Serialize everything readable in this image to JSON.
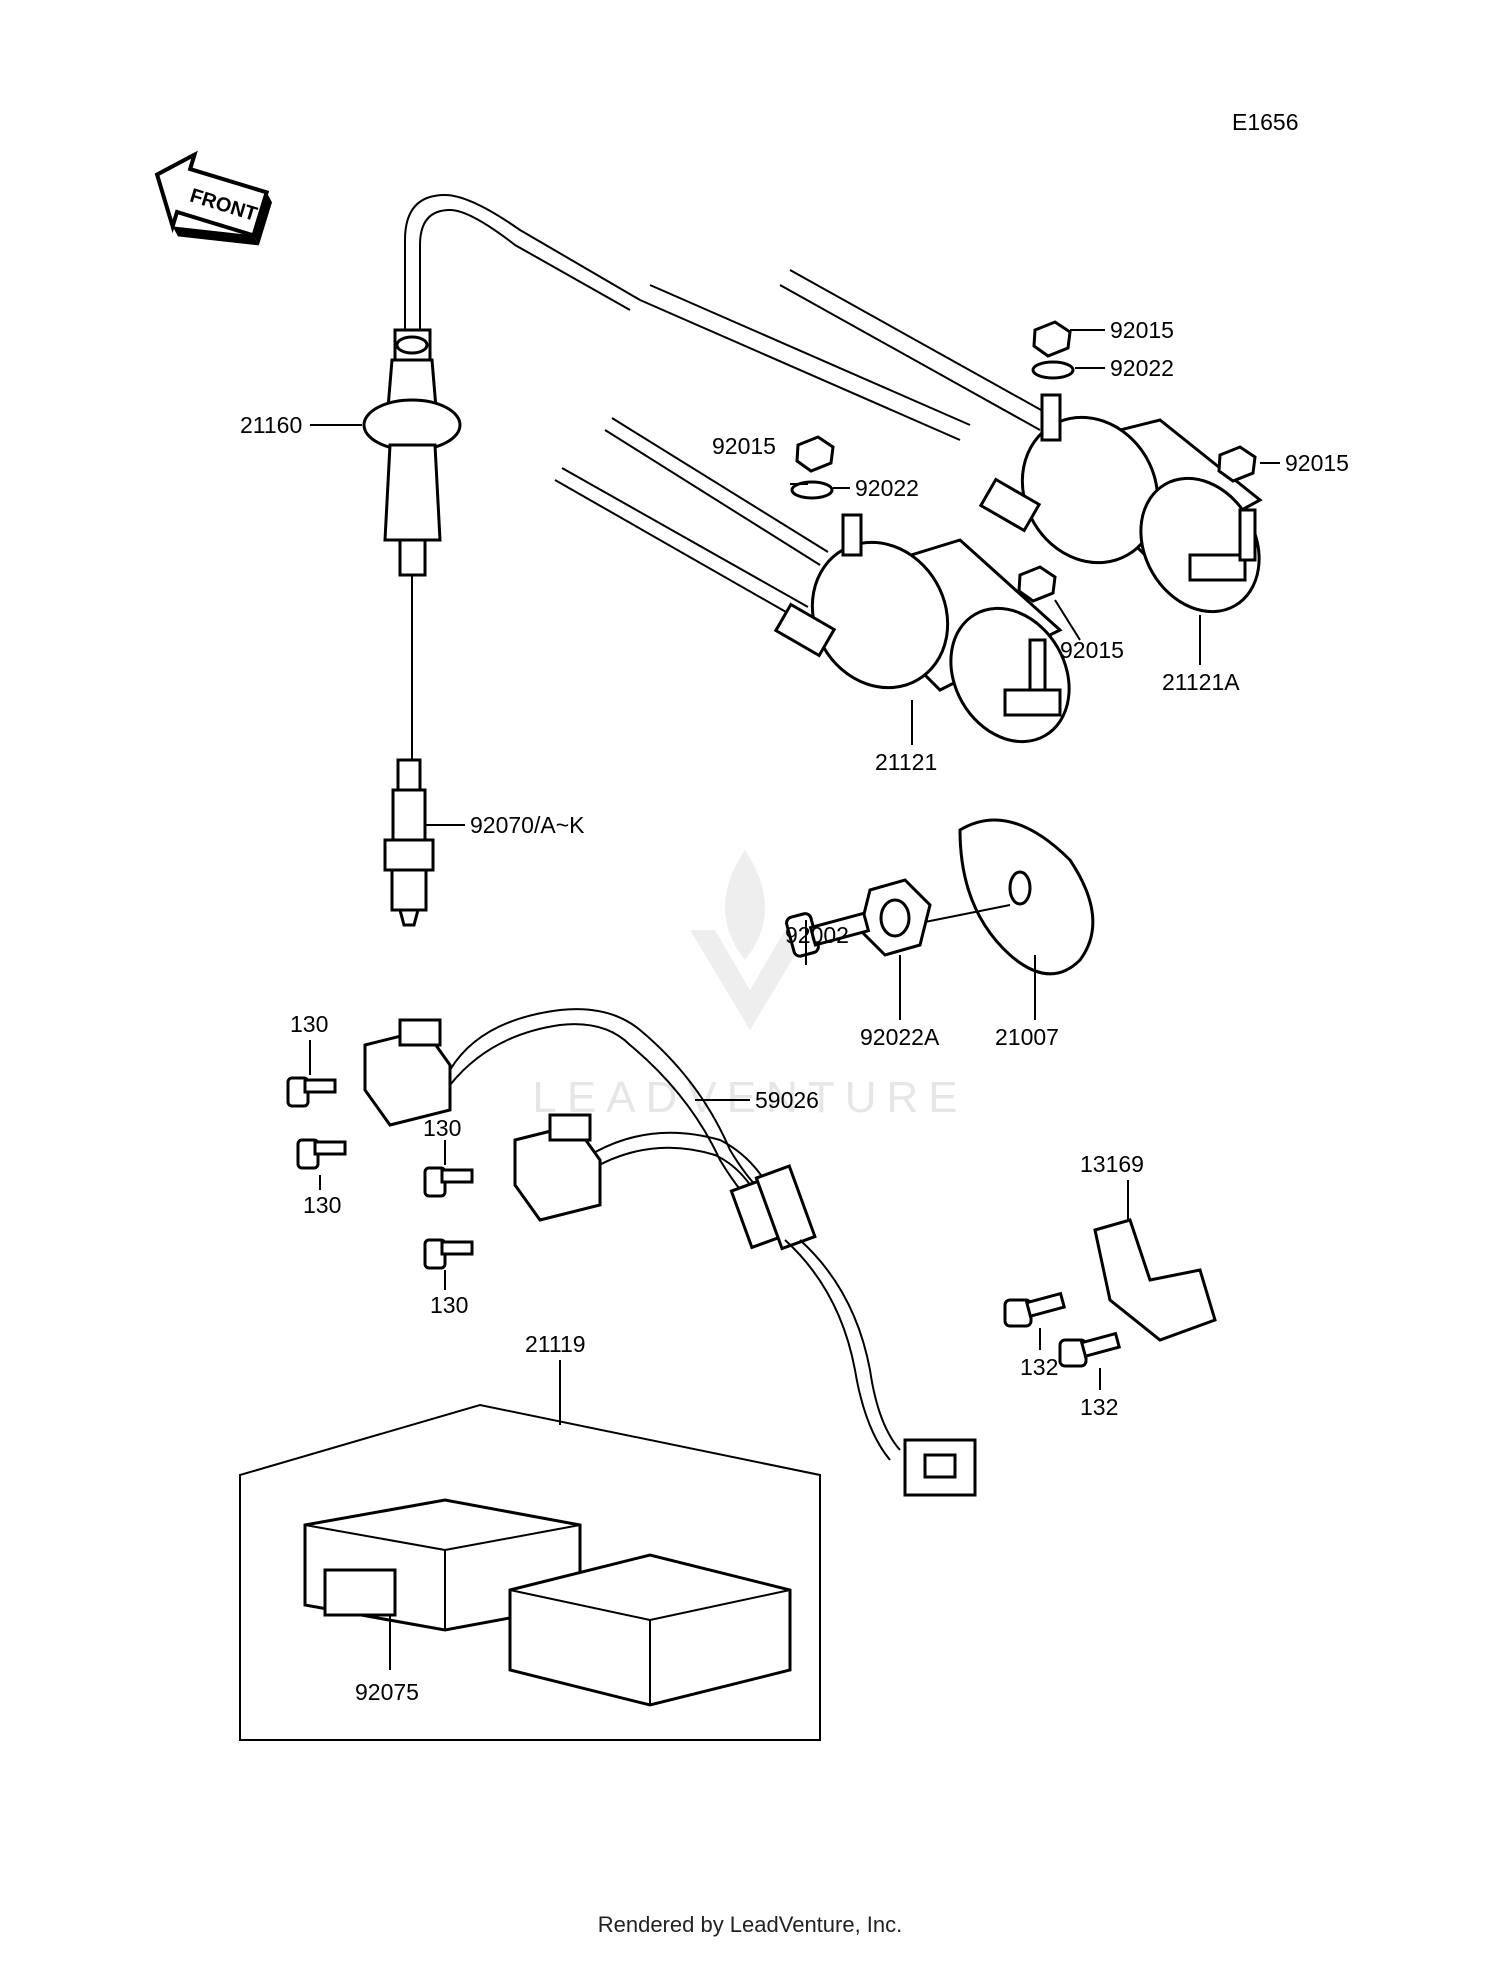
{
  "code": "E1656",
  "front_label": "FRONT",
  "watermark": "LEADVENTURE",
  "footer": "Rendered by LeadVenture, Inc.",
  "labels": {
    "p21160": "21160",
    "p92015_a": "92015",
    "p92022_a": "92022",
    "p92015_b": "92015",
    "p92022_b": "92022",
    "p92015_c": "92015",
    "p92015_d": "92015",
    "p21121A": "21121A",
    "p21121": "21121",
    "p92070": "92070/A~K",
    "p92002": "92002",
    "p92022A": "92022A",
    "p21007": "21007",
    "p130_a": "130",
    "p130_b": "130",
    "p130_c": "130",
    "p130_d": "130",
    "p59026": "59026",
    "p13169": "13169",
    "p132_a": "132",
    "p132_b": "132",
    "p21119": "21119",
    "p92075": "92075"
  }
}
